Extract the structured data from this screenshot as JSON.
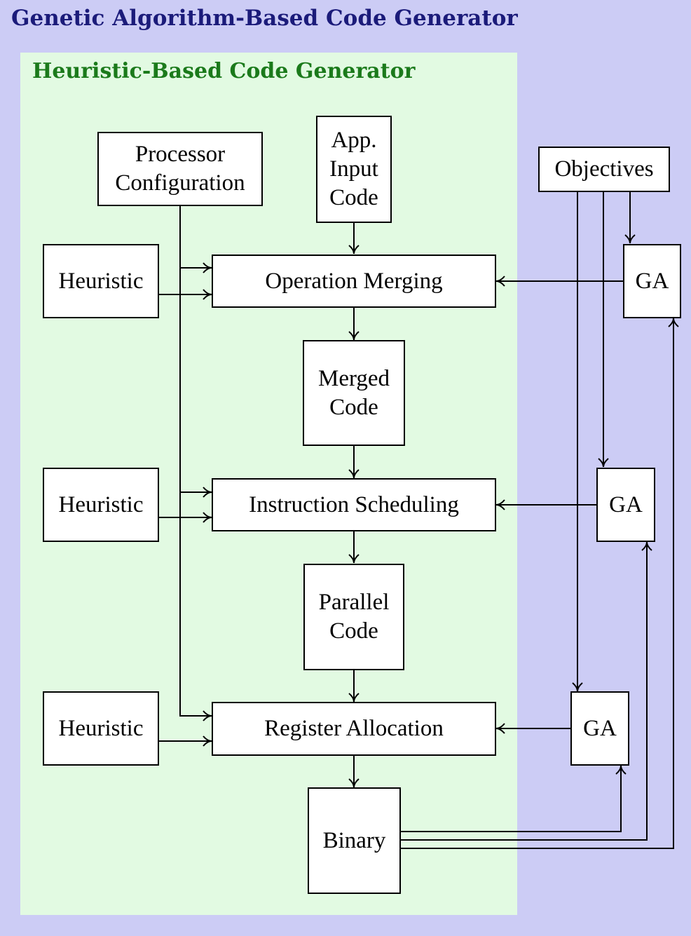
{
  "outer_title": "Genetic Algorithm-Based Code Generator",
  "inner_title": "Heuristic-Based Code Generator",
  "nodes": {
    "processor_configuration": "Processor\nConfiguration",
    "app_input_code": "App.\nInput\nCode",
    "objectives": "Objectives",
    "heuristic_1": "Heuristic",
    "heuristic_2": "Heuristic",
    "heuristic_3": "Heuristic",
    "operation_merging": "Operation Merging",
    "merged_code": "Merged\nCode",
    "instruction_scheduling": "Instruction Scheduling",
    "parallel_code": "Parallel\nCode",
    "register_allocation": "Register Allocation",
    "binary": "Binary",
    "ga_1": "GA",
    "ga_2": "GA",
    "ga_3": "GA"
  },
  "colors": {
    "outer_background": "#ccccf5",
    "inner_background": "#e2fae2",
    "outer_title": "#1b1b7a",
    "inner_title": "#1b7a1b"
  }
}
